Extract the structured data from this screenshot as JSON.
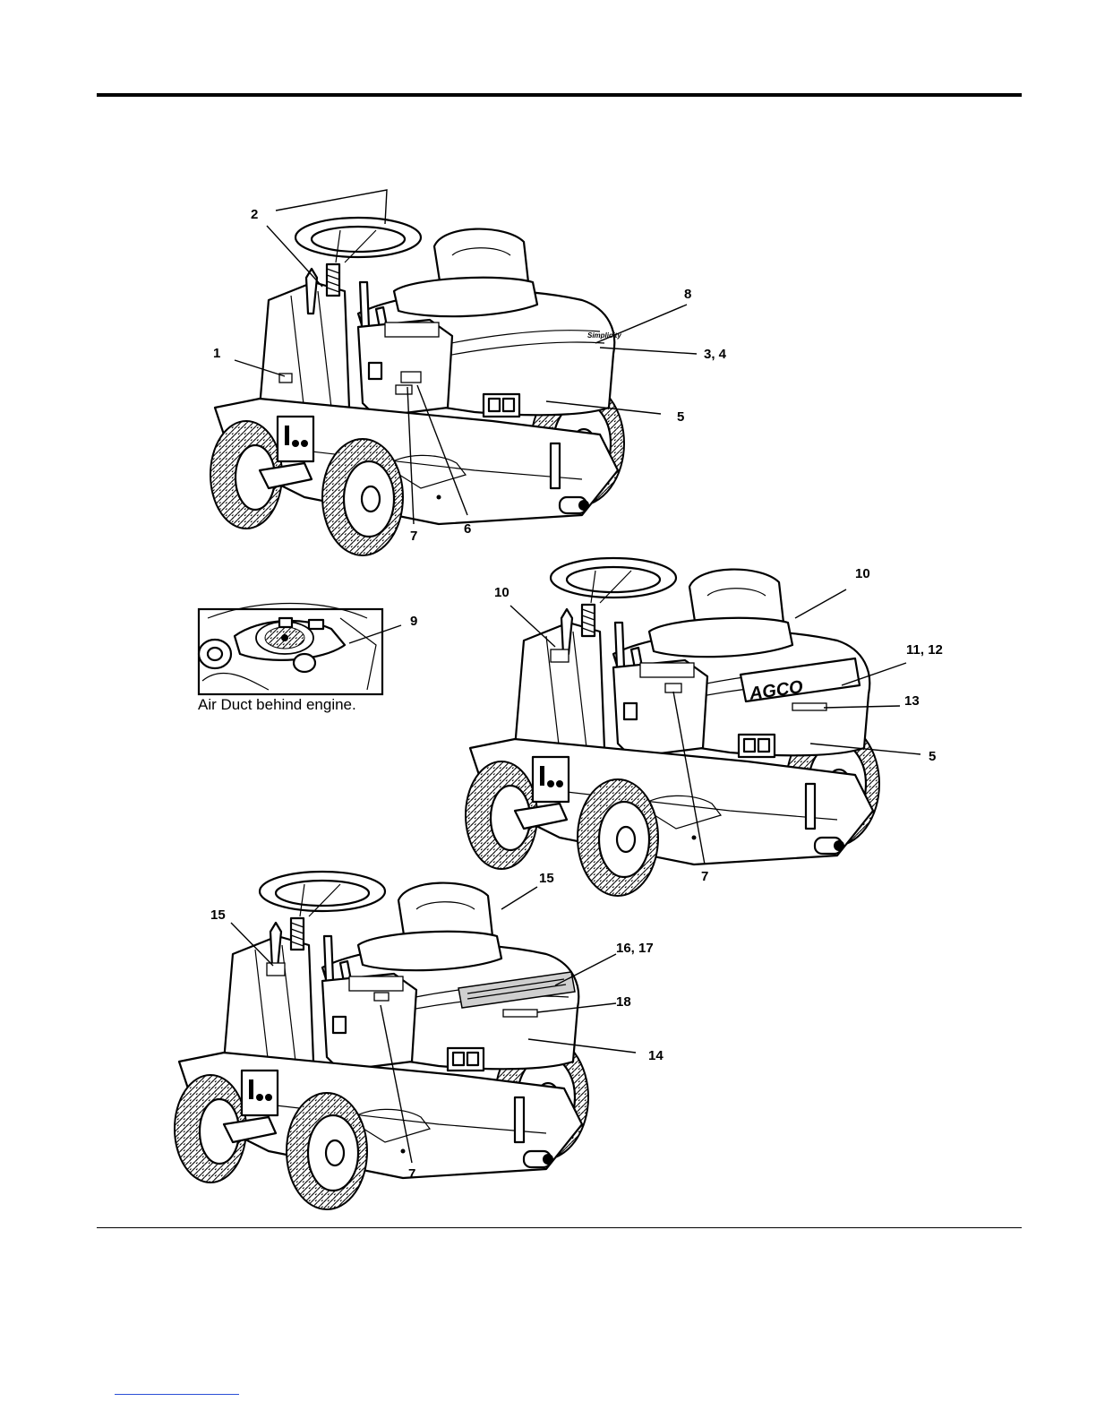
{
  "callouts": {
    "c2": "2",
    "c8": "8",
    "c1": "1",
    "c34": "3, 4",
    "c5a": "5",
    "c7a": "7",
    "c6": "6",
    "c9": "9",
    "c10a": "10",
    "c10b": "10",
    "c1112": "11, 12",
    "c13": "13",
    "c5b": "5",
    "c7b": "7",
    "c15a": "15",
    "c15b": "15",
    "c1617": "16, 17",
    "c18": "18",
    "c14": "14",
    "c7c": "7"
  },
  "brands": {
    "mower_b": "AGCO"
  },
  "inset_caption": "Air Duct behind engine."
}
